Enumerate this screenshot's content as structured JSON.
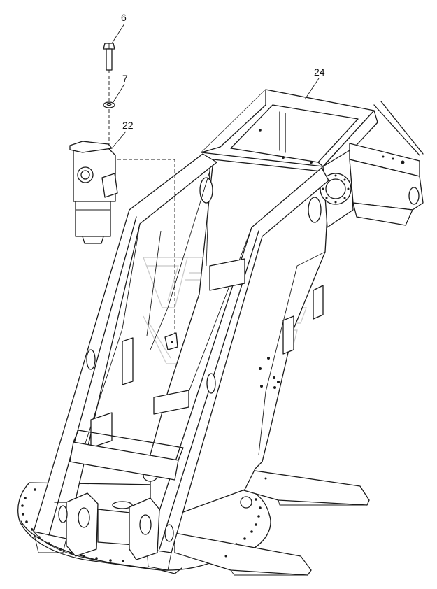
{
  "diagram": {
    "callouts": [
      {
        "id": "part-6",
        "label": "6"
      },
      {
        "id": "part-7",
        "label": "7"
      },
      {
        "id": "part-22",
        "label": "22"
      },
      {
        "id": "part-24",
        "label": "24"
      }
    ],
    "colors": {
      "line": "#1a1a1a",
      "background": "#ffffff",
      "watermark": "#c8c8c8"
    }
  }
}
